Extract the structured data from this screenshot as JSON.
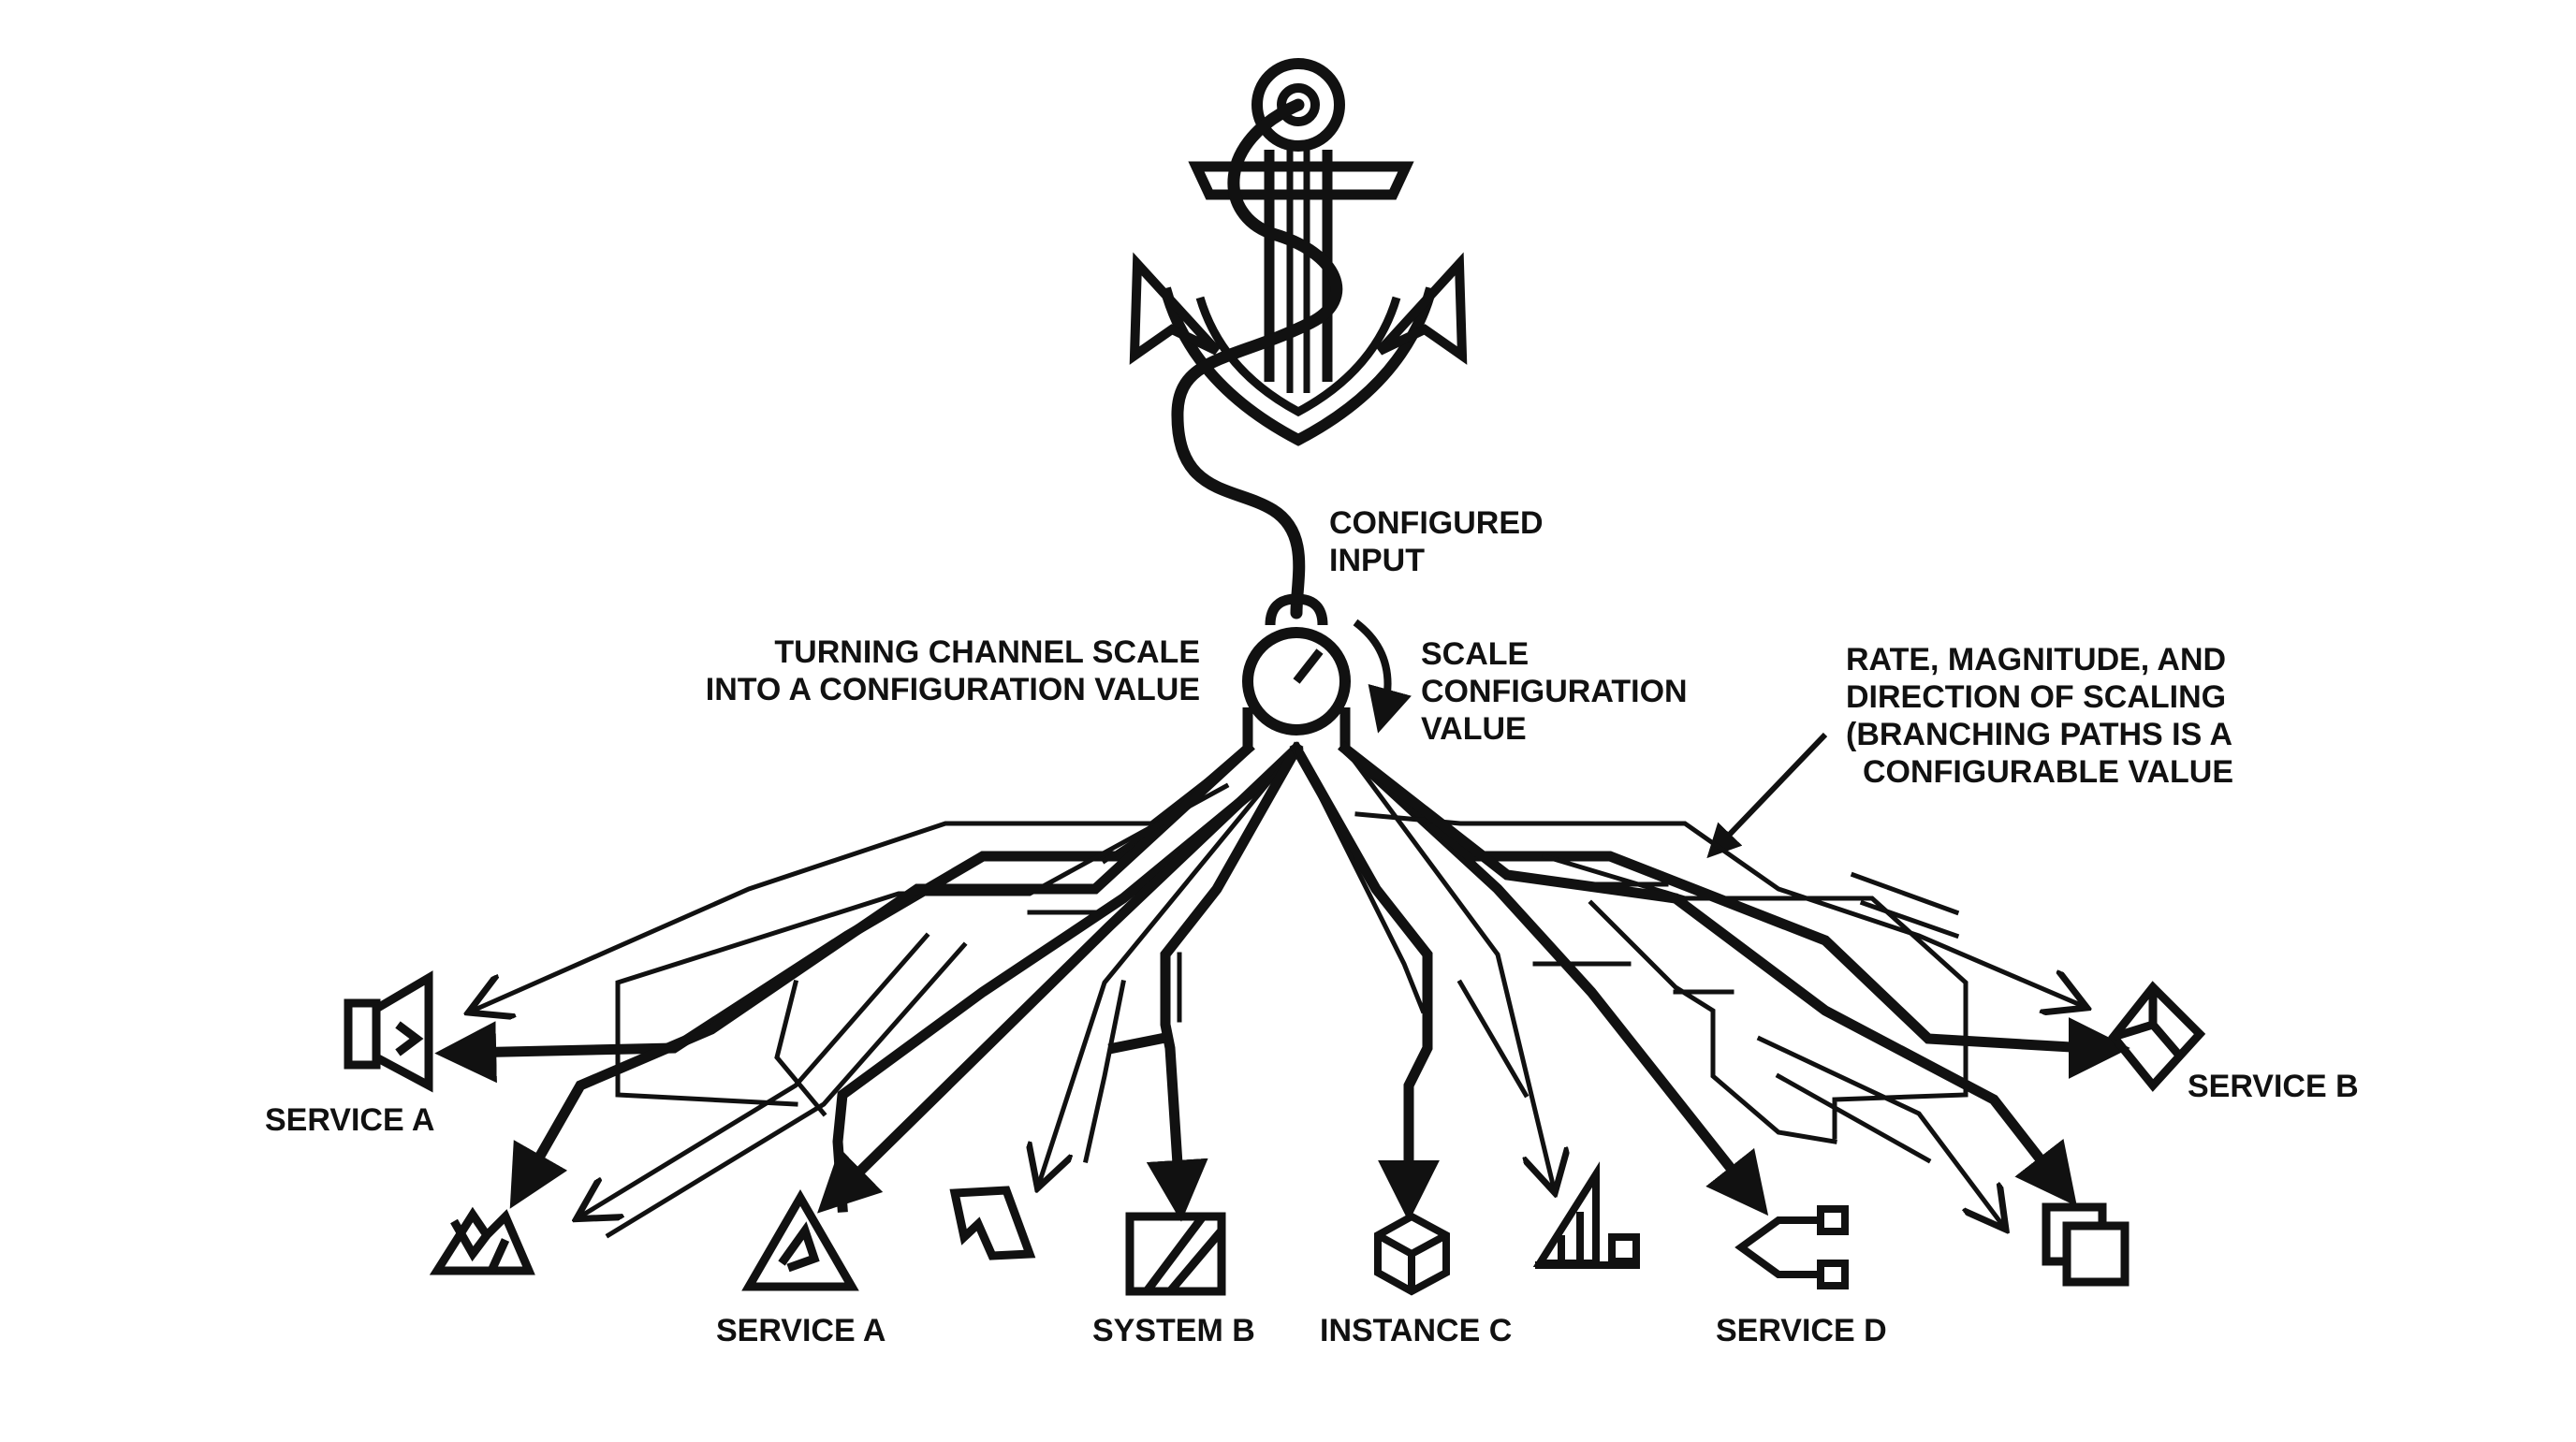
{
  "colors": {
    "ink": "#111111",
    "background": "#ffffff"
  },
  "labels": {
    "configured_input": [
      "CONFIGURED",
      "INPUT"
    ],
    "turning_channel": [
      "TURNING CHANNEL SCALE",
      "INTO A CONFIGURATION VALUE"
    ],
    "scale_config": [
      "SCALE",
      "CONFIGURATION",
      "VALUE"
    ],
    "rate_magnitude": [
      "RATE, MAGNITUDE, AND",
      "DIRECTION OF SCALING",
      "(BRANCHING PATHS IS A",
      "CONFIGURABLE VALUE"
    ],
    "service_a_left": "SERVICE A",
    "service_b_right": "SERVICE B",
    "service_a_bottom": "SERVICE A",
    "system_b": "SYSTEM B",
    "instance_c": "INSTANCE C",
    "service_d": "SERVICE D"
  },
  "icons": [
    "anchor-icon",
    "rope-icon",
    "gauge-icon",
    "speaker-icon",
    "diamond-cube-icon",
    "broken-triangle-icon",
    "triangle-knot-icon",
    "arrow-shape-icon",
    "split-square-icon",
    "cube-icon",
    "bar-chart-icon",
    "node-link-icon",
    "stacked-squares-icon"
  ]
}
